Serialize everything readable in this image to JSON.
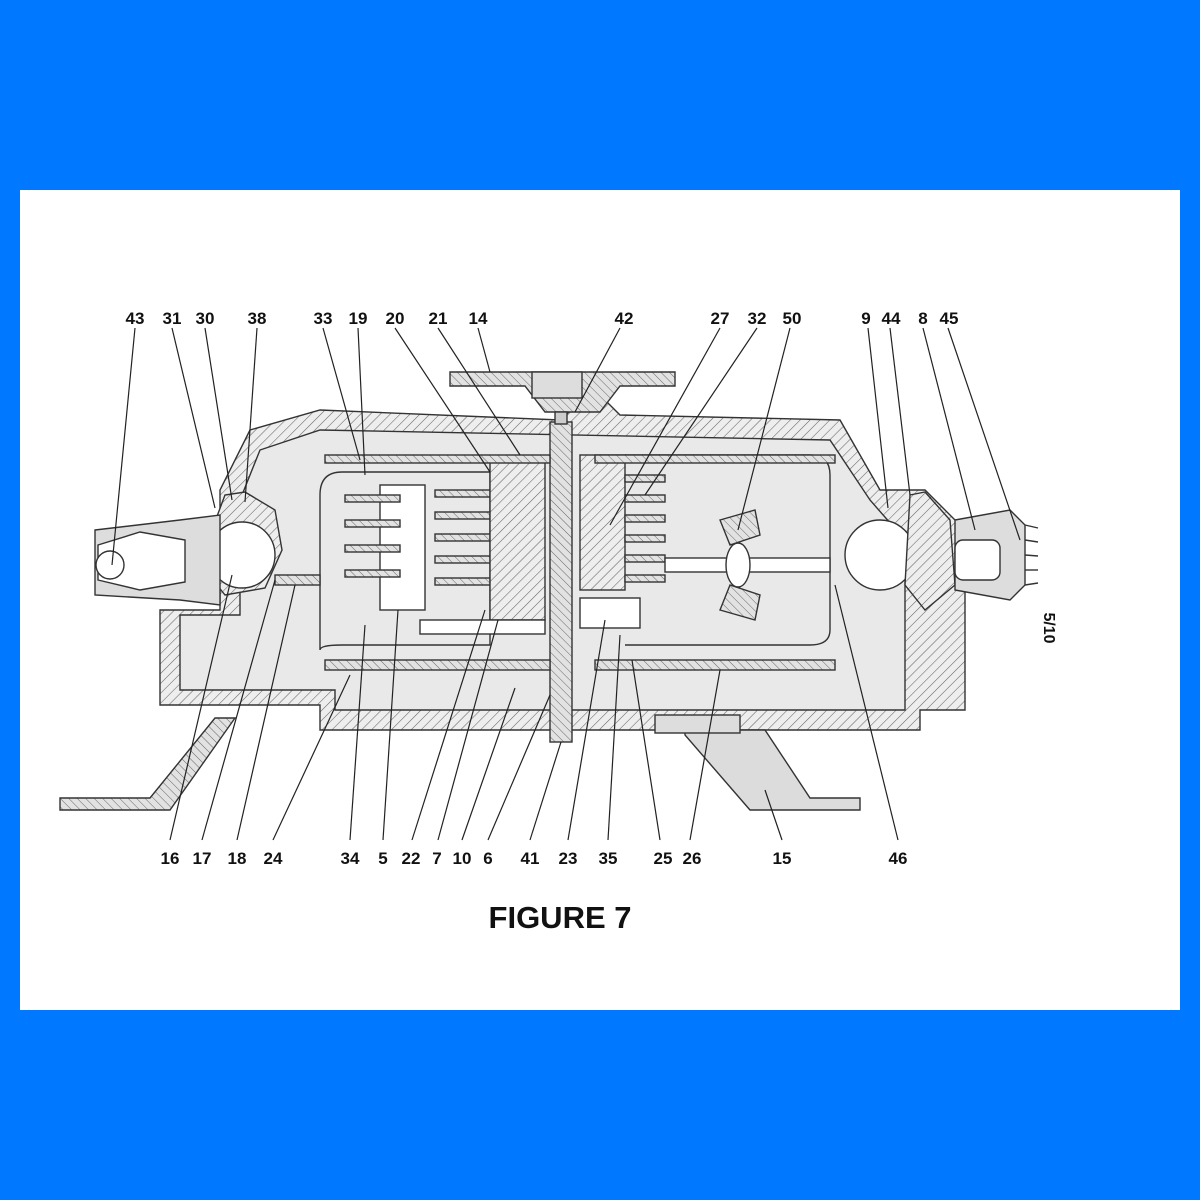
{
  "figure": {
    "caption": "FIGURE 7",
    "sheet_number": "5/10"
  },
  "top_labels": [
    "43",
    "31",
    "30",
    "38",
    "33",
    "19",
    "20",
    "21",
    "14",
    "42",
    "27",
    "32",
    "50",
    "9",
    "44",
    "8",
    "45"
  ],
  "bottom_labels": [
    "16",
    "17",
    "18",
    "24",
    "34",
    "5",
    "22",
    "7",
    "10",
    "6",
    "41",
    "23",
    "35",
    "25",
    "26",
    "15",
    "46"
  ],
  "colors": {
    "background": "#0078FF",
    "sheet": "#FFFFFF",
    "line": "#333333",
    "part_fill": "#E6E6E6"
  }
}
